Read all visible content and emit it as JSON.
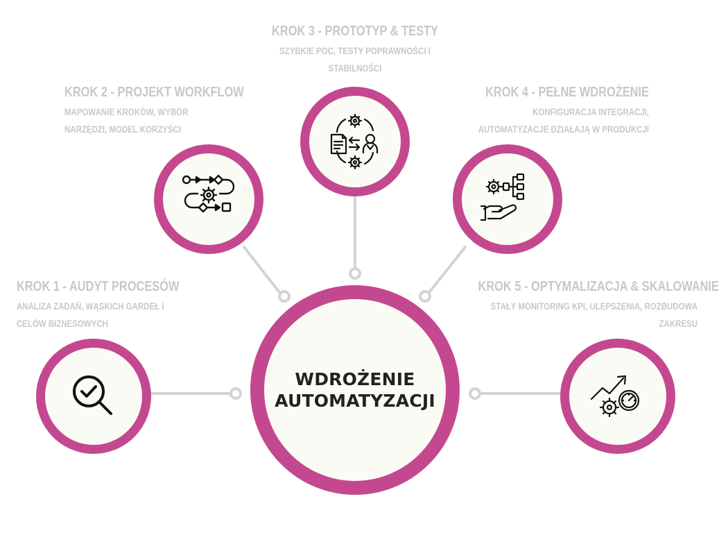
{
  "center": {
    "title_line1": "WDROŻENIE",
    "title_line2": "AUTOMATYZACJI"
  },
  "colors": {
    "accent": "#c4488f",
    "node_fill": "#fbfbf5",
    "connector": "#d3d3d3",
    "label_text": "#c8c8c8",
    "center_text": "#222222"
  },
  "steps": [
    {
      "title": "KROK 1 - AUDYT PROCESÓW",
      "desc": "ANALIZA ZADAŃ, WĄSKICH GARDEŁ I CELÓW BIZNESOWYCH",
      "icon": "magnifier-check-icon"
    },
    {
      "title": "KROK 2 - PROJEKT WORKFLOW",
      "desc": "MAPOWANIE KROKÓW, WYBÓR NARZĘDZI, MODEL KORZYŚCI",
      "icon": "workflow-map-icon"
    },
    {
      "title": "KROK 3 - PROTOTYP & TESTY",
      "desc": "SZYBKIE POC, TESTY POPRAWNOŚCI I STABILNOŚCI",
      "icon": "prototype-testing-icon"
    },
    {
      "title": "KROK 4 - PEŁNE WDROŻENIE",
      "desc": "KONFIGURACJA INTEGRACJI, AUTOMATYZACJE DZIAŁAJĄ W PRODUKCJI",
      "icon": "hand-gear-hierarchy-icon"
    },
    {
      "title": "KROK 5 - OPTYMALIZACJA & SKALOWANIE",
      "desc": "STAŁY MONITORING KPI, ULEPSZENIA, ROZBUDOWA ZAKRESU",
      "icon": "growth-gear-gauge-icon"
    }
  ]
}
